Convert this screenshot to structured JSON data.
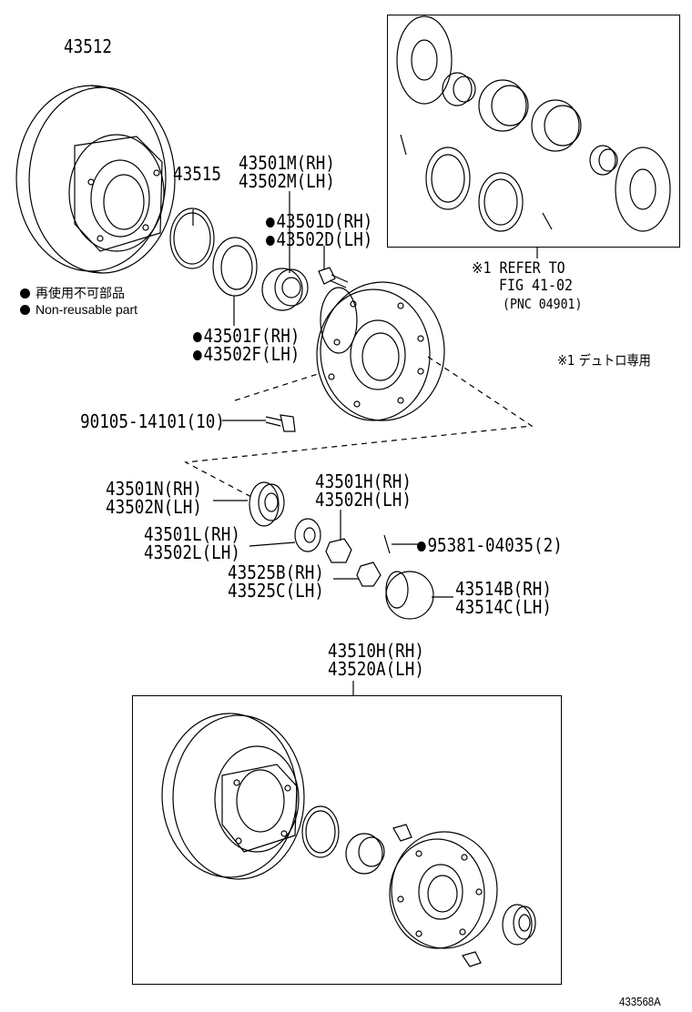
{
  "parts": {
    "rotor_top": "43512",
    "ring_43515": "43515",
    "seal_m_rh": "43501M(RH)",
    "seal_m_lh": "43502M(LH)",
    "seal_d_rh": "43501D(RH)",
    "seal_d_lh": "43502D(LH)",
    "seal_f_rh": "43501F(RH)",
    "seal_f_lh": "43502F(LH)",
    "bolt": "90105-14101(10)",
    "bearing_n_rh": "43501N(RH)",
    "bearing_n_lh": "43502N(LH)",
    "bearing_h_rh": "43501H(RH)",
    "bearing_h_lh": "43502H(LH)",
    "washer_l_rh": "43501L(RH)",
    "washer_l_lh": "43502L(LH)",
    "pin": "95381-04035(2)",
    "nut_b_rh": "43525B(RH)",
    "nut_c_lh": "43525C(LH)",
    "cap_b_rh": "43514B(RH)",
    "cap_c_lh": "43514C(LH)",
    "assy_rh": "43510H(RH)",
    "assy_lh": "43520A(LH)"
  },
  "legend": {
    "jp": "再使用不可部品",
    "en": "Non-reusable part"
  },
  "refer": {
    "line1": "※1 REFER TO",
    "line2": "FIG 41-02",
    "line3": "(PNC 04901)"
  },
  "note": "※1 デュトロ専用",
  "figure_id": "433568A"
}
